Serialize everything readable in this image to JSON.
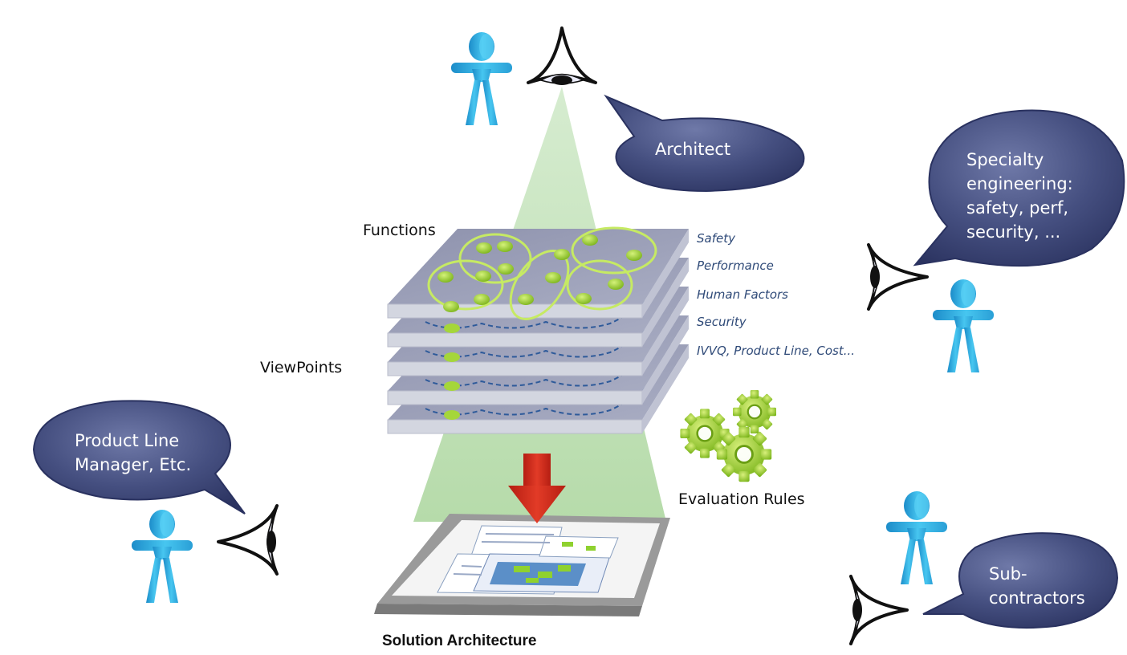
{
  "bubbles": {
    "architect": [
      "Architect"
    ],
    "specialty": [
      "Specialty",
      "engineering:",
      "safety, perf,",
      "security, ..."
    ],
    "product_line": [
      "Product Line",
      "Manager, Etc."
    ],
    "subcontractors": [
      "Sub-",
      "contractors"
    ]
  },
  "labels": {
    "functions": "Functions",
    "viewpoints": "ViewPoints",
    "evaluation_rules": "Evaluation Rules",
    "solution_architecture": "Solution Architecture"
  },
  "layers": [
    "Safety",
    "Performance",
    "Human Factors",
    "Security",
    "IVVQ, Product Line, Cost..."
  ],
  "colors": {
    "bubble_fill": "#3d4778",
    "bubble_light": "#7c86b3",
    "person": "#35b6e6",
    "person_dark": "#1a86c2",
    "layer_top": "#9fa3bb",
    "layer_side": "#cfd2de",
    "cone": "#c6e3bb",
    "node": "#9ed233",
    "ellipse": "#c8ec6d",
    "arrow": "#d52b1b",
    "gear": "#9ccc2e"
  },
  "icons": [
    "eye-icon",
    "person-icon",
    "gear-icon",
    "down-arrow-icon"
  ]
}
